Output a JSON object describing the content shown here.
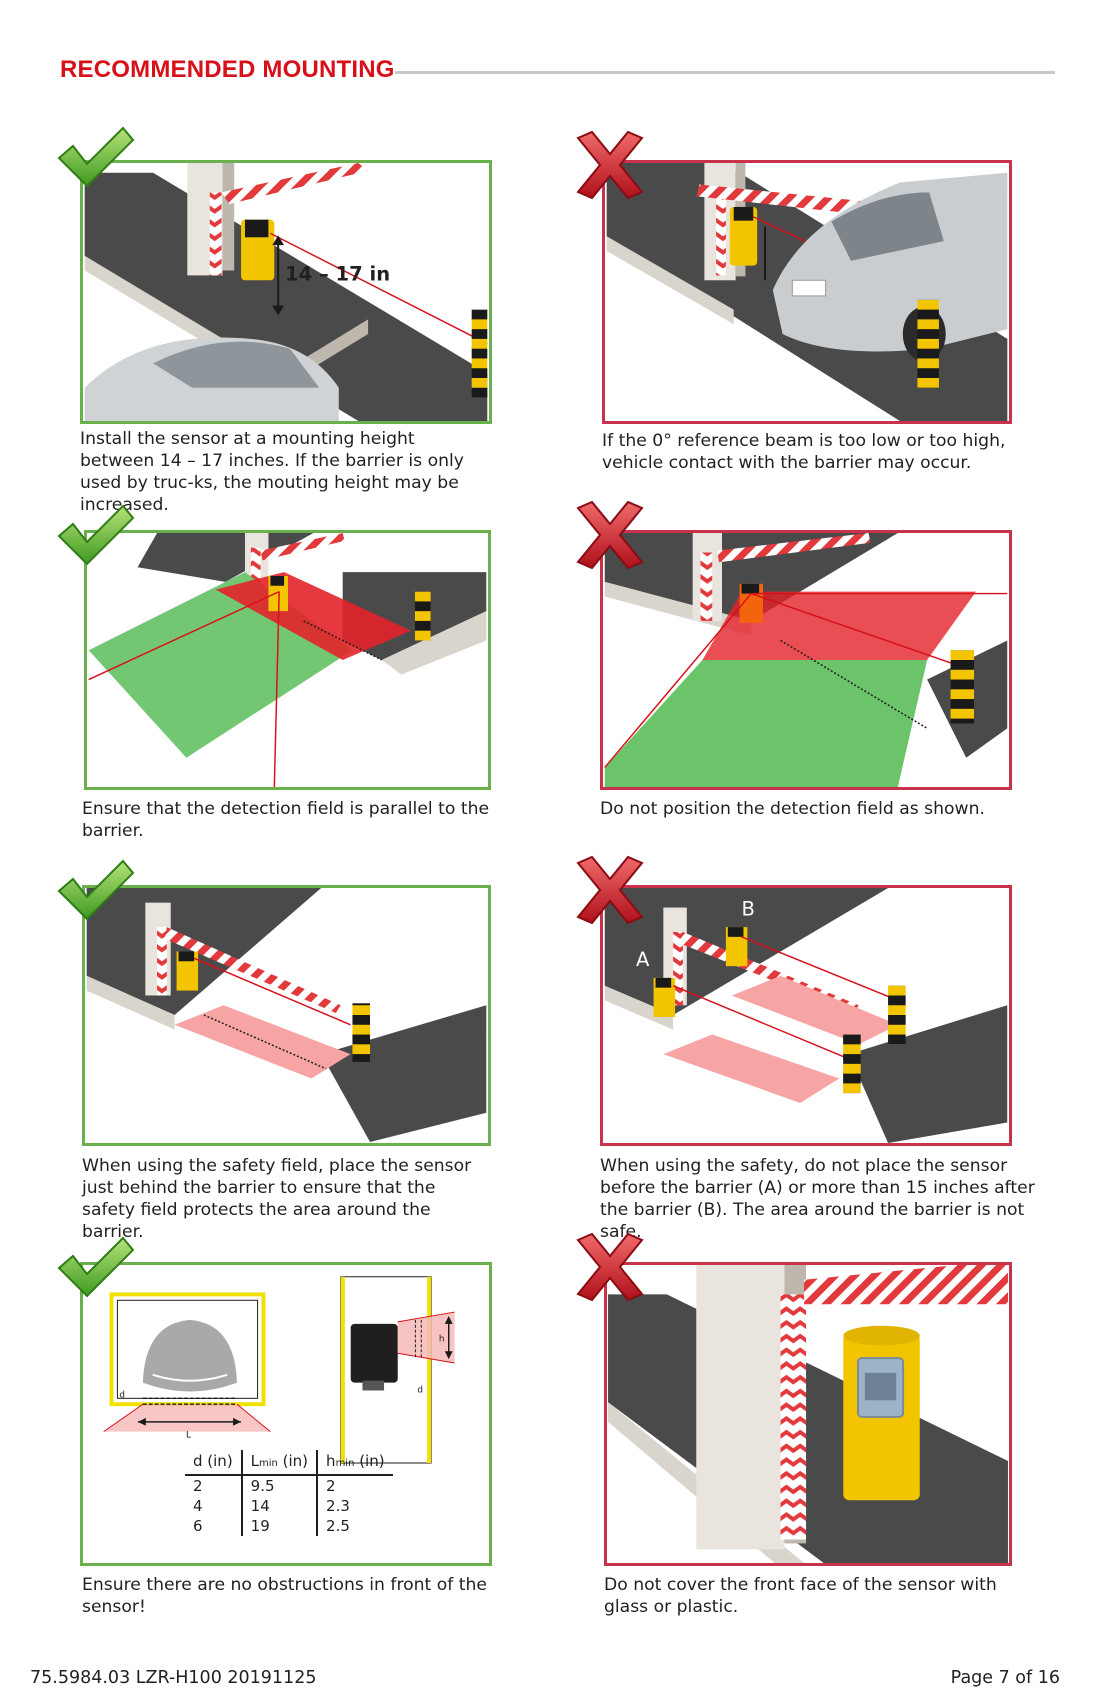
{
  "header": {
    "title": "RECOMMENDED MOUNTING"
  },
  "panels": [
    {
      "verdict": "correct",
      "caption": "Install the sensor at a mounting height between 14 – 17 inches. If the barrier is only used by truc-ks, the mouting height may be increased.",
      "dimension_label": "14 – 17 in"
    },
    {
      "verdict": "incorrect",
      "caption": "If the 0° reference beam is too low or too high, vehicle contact with the barrier may occur."
    },
    {
      "verdict": "correct",
      "caption": "Ensure that the detection field is parallel to the barrier."
    },
    {
      "verdict": "incorrect",
      "caption": "Do not position the detection field as shown."
    },
    {
      "verdict": "correct",
      "caption": "When using the safety field, place the sensor just behind the barrier to ensure that the safety field protects the area around the barrier."
    },
    {
      "verdict": "incorrect",
      "caption": "When using the safety, do not place the sensor before the barrier (A) or more than 15 inches after the barrier (B). The area around the barrier is not safe.",
      "label_a": "A",
      "label_b": "B"
    },
    {
      "verdict": "correct",
      "caption": "Ensure there are no obstructions in front of the sensor!",
      "diagram_labels": {
        "d": "d",
        "L": "L",
        "h": "h"
      }
    },
    {
      "verdict": "incorrect",
      "caption": "Do not cover the front face of the sensor with glass or plastic."
    }
  ],
  "spec_table": {
    "headers": {
      "d": "d (in)",
      "lmin_main": "L",
      "lmin_sub": "min",
      "lmin_unit": " (in)",
      "hmin_main": "h",
      "hmin_sub": "min",
      "hmin_unit": " (in)"
    },
    "rows": [
      {
        "d": "2",
        "l": "9.5",
        "h": "2"
      },
      {
        "d": "4",
        "l": "14",
        "h": "2.3"
      },
      {
        "d": "6",
        "l": "19",
        "h": "2.5"
      }
    ]
  },
  "footer": {
    "doc_id": "75.5984.03 LZR-H100 20191125",
    "page": "Page 7 of 16"
  },
  "colors": {
    "title_red": "#d8101a",
    "correct_green": "#6ab04c",
    "incorrect_red": "#c8324a",
    "sensor_yellow": "#f2c500",
    "asphalt": "#4a4a4a"
  }
}
